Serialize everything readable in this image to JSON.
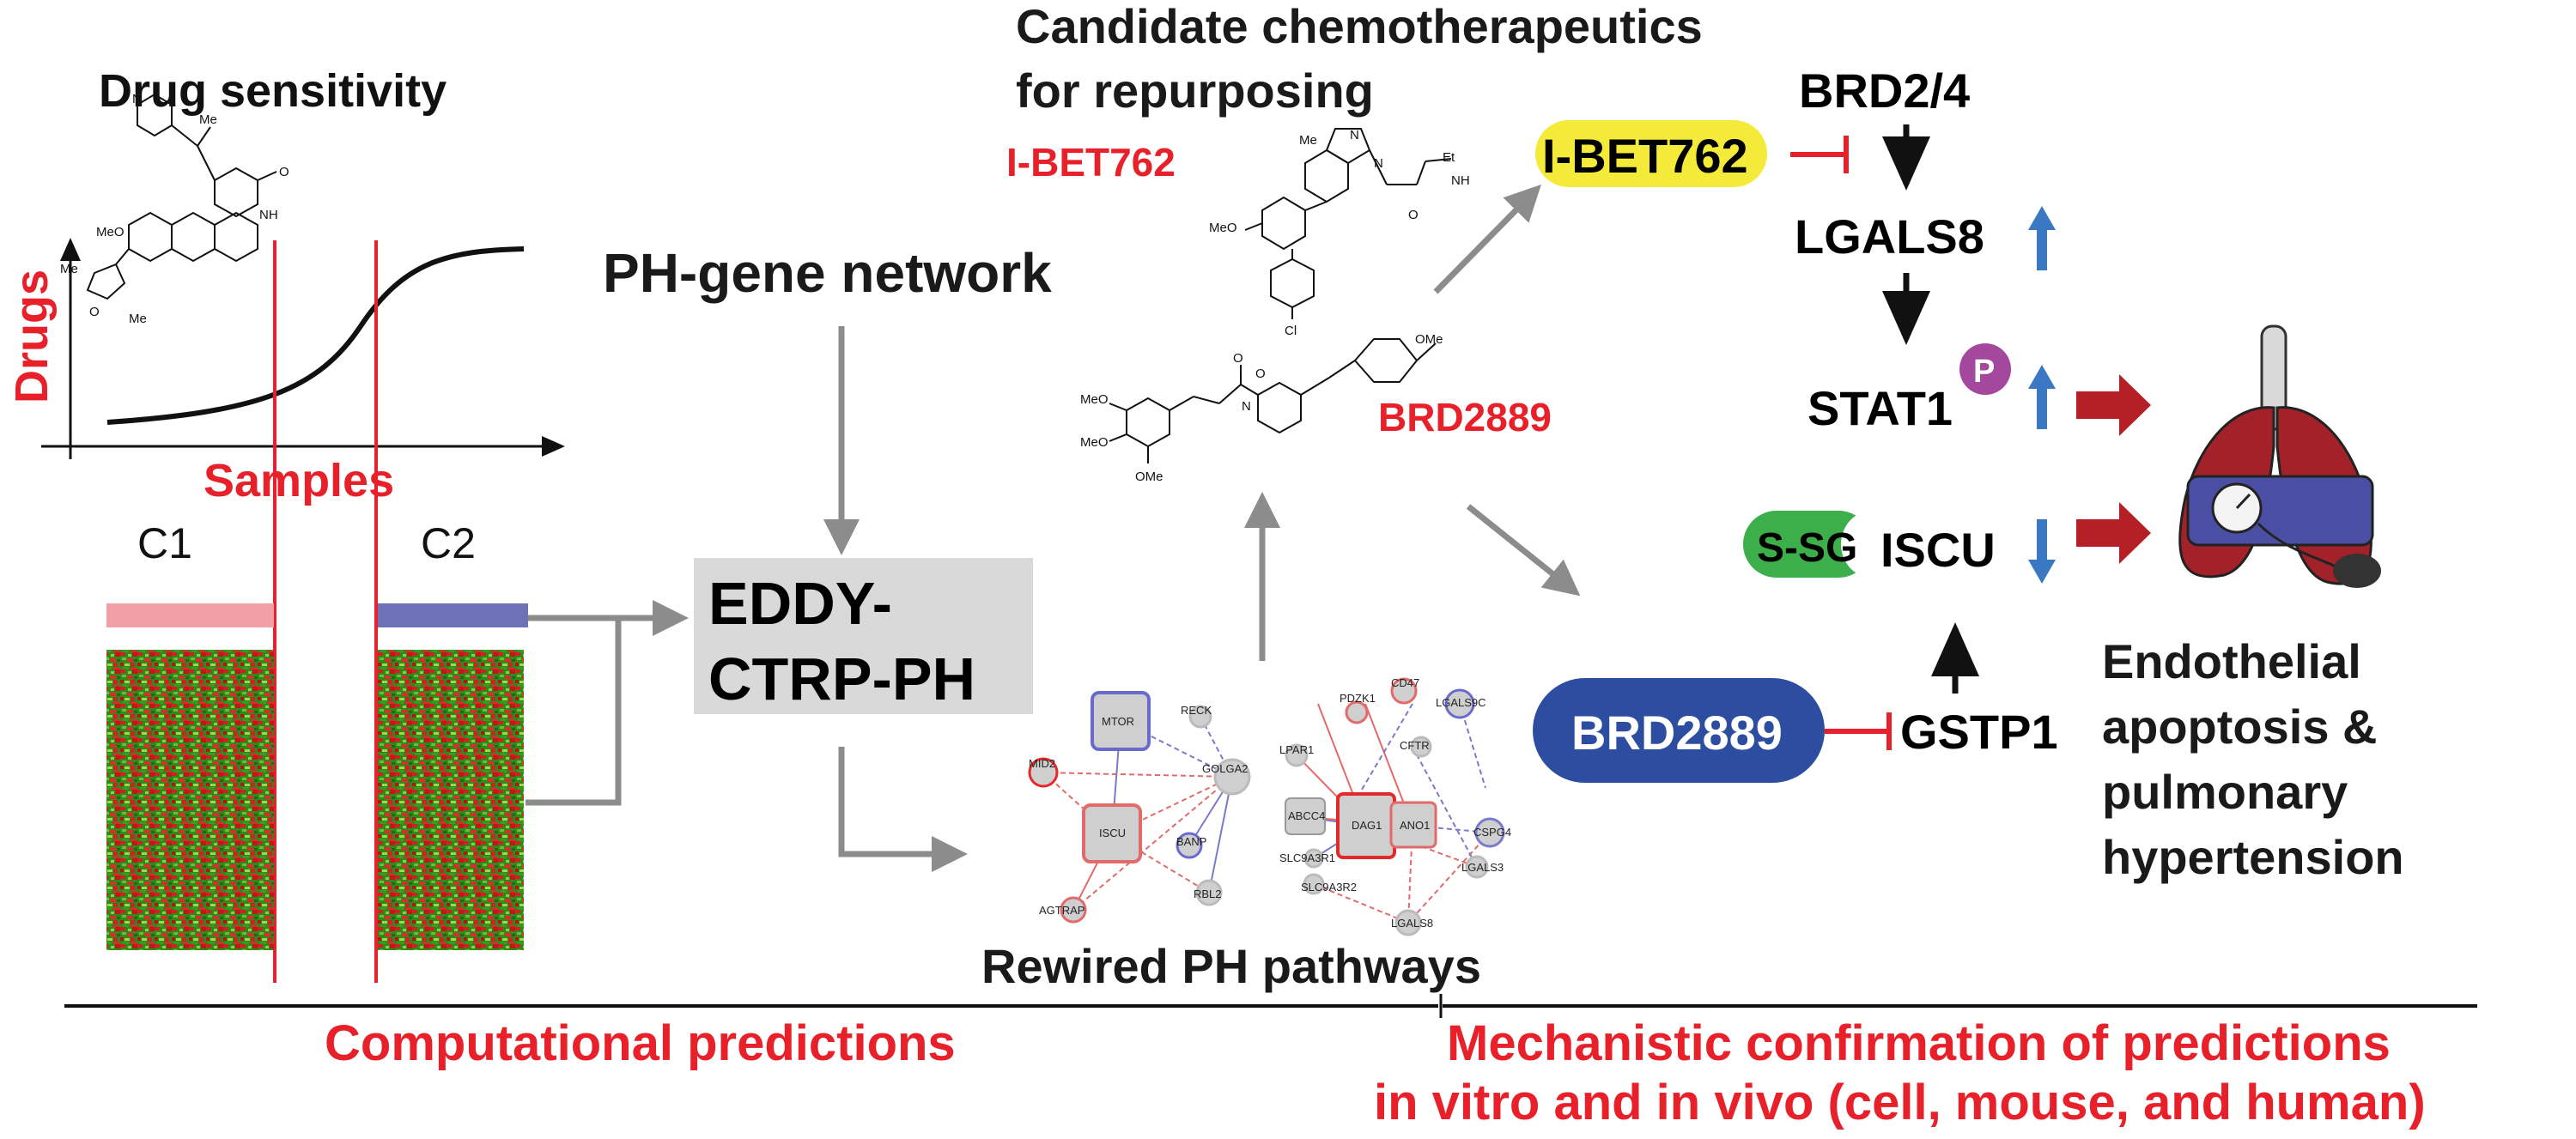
{
  "colors": {
    "red": "#e8202a",
    "gray": "#8c8c8c",
    "blue_pill": "#2d4ea0",
    "yellow": "#f3ea3a",
    "green_tag": "#3cae4a",
    "arrow_blue": "#3a78c4",
    "arrow_red": "#b52026",
    "purple_p": "#a4489e"
  },
  "left": {
    "title": "Drug sensitivity",
    "y_axis": "Drugs",
    "x_axis": "Samples",
    "clusters": [
      "C1",
      "C2"
    ]
  },
  "network_label": "PH-gene network",
  "eddy_box": {
    "line1": "EDDY-",
    "line2": "CTRP-PH"
  },
  "center": {
    "title_line1": "Candidate chemotherapeutics",
    "title_line2": "for repurposing",
    "drug1": "I-BET762",
    "drug2": "BRD2889",
    "pathways_label": "Rewired PH pathways",
    "chem_atoms": {
      "me": "Me",
      "meo": "MeO",
      "ome": "OMe",
      "et": "Et",
      "nh": "NH",
      "cl": "Cl",
      "n": "N",
      "o": "O",
      "h": "H"
    },
    "nodes": [
      "MTOR",
      "RECK",
      "MID2",
      "GOLGA2",
      "ISCU",
      "BANP",
      "AGTRAP",
      "RBL2",
      "LPAR1",
      "PDZK1",
      "CD47",
      "LGALS9C",
      "CFTR",
      "ABCC4",
      "SLC9A3R1",
      "DAG1",
      "ANO1",
      "CSPG4",
      "LGALS3",
      "SLC9A3R2",
      "LGALS8"
    ]
  },
  "right": {
    "ibet_pill": "I-BET762",
    "brd24": "BRD2/4",
    "lgals8": "LGALS8",
    "stat1": "STAT1",
    "p": "P",
    "ssg": "S-SG",
    "iscu": "ISCU",
    "brd_pill": "BRD2889",
    "gstp1": "GSTP1",
    "outcome": [
      "Endothelial",
      "apoptosis &",
      "pulmonary",
      "hypertension"
    ]
  },
  "footer": {
    "left": "Computational predictions",
    "right_line1": "Mechanistic confirmation of predictions",
    "right_line2": "in vitro and in vivo (cell, mouse, and human)"
  }
}
